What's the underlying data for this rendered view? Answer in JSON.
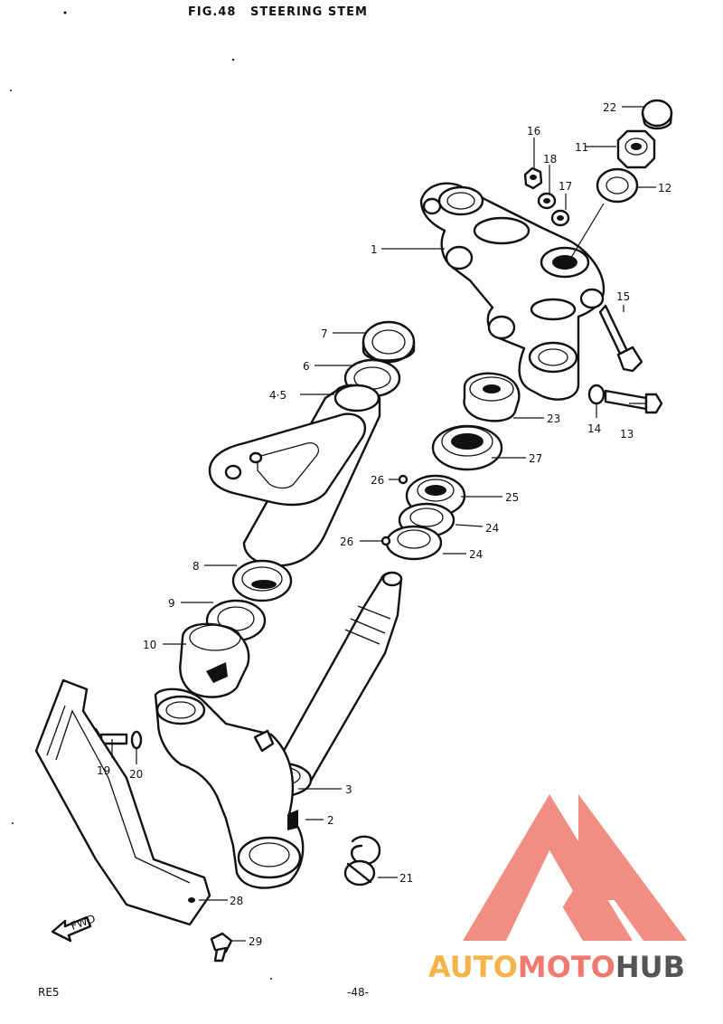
{
  "header": {
    "fig": "FIG.48",
    "title": "STEERING STEM"
  },
  "footer": {
    "model": "RE5",
    "page": "-48-"
  },
  "arrow_label": "FWD",
  "labels": {
    "p1": "1",
    "p2": "2",
    "p3": "3",
    "p45": "4·5",
    "p6": "6",
    "p7": "7",
    "p8": "8",
    "p9": "9",
    "p10": "10",
    "p11": "11",
    "p12": "12",
    "p13": "13",
    "p14": "14",
    "p15": "15",
    "p16": "16",
    "p17": "17",
    "p18": "18",
    "p19": "19",
    "p20": "20",
    "p21": "21",
    "p22": "22",
    "p23": "23",
    "p24a": "24",
    "p24b": "24",
    "p25": "25",
    "p26a": "26",
    "p26b": "26",
    "p27": "27",
    "p28": "28",
    "p29": "29"
  },
  "watermark": {
    "auto": "AUTO",
    "moto": "MOTO",
    "hub": "HUB"
  },
  "colors": {
    "wm_orange": "#f6b34a",
    "wm_red": "#f07a6e",
    "wm_gray": "#555555"
  }
}
